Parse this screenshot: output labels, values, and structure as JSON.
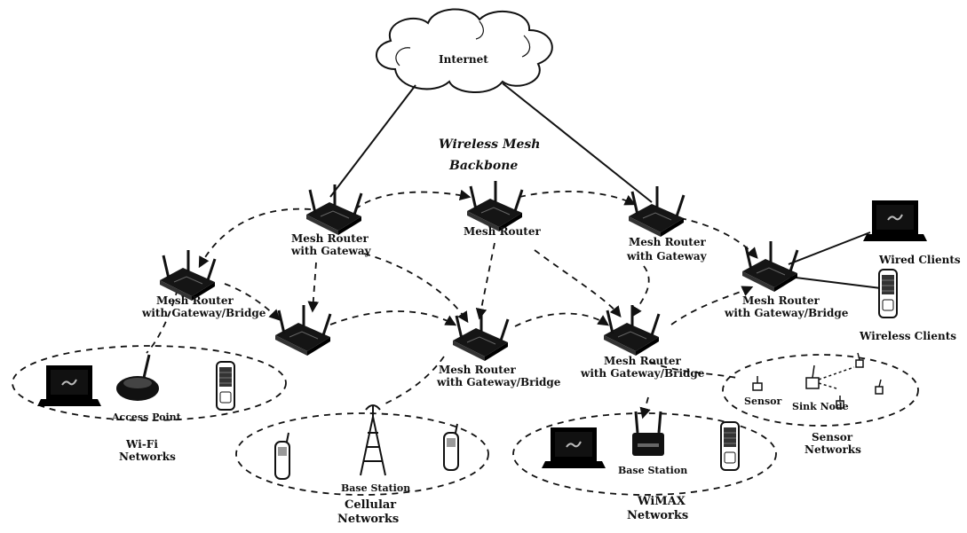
{
  "labels": {
    "internet": "Internet",
    "backbone_line1": "Wireless Mesh",
    "backbone_line2": "Backbone",
    "mr_gw_left_1": "Mesh Router",
    "mr_gw_left_2": "with Gateway",
    "mr_center": "Mesh Router",
    "mr_gw_right_1": "Mesh Router",
    "mr_gw_right_2": "with Gateway",
    "mr_gwb_farleft_1": "Mesh Router",
    "mr_gwb_farleft_2": "with Gateway/Bridge",
    "mr_gwb_center_1": "Mesh Router",
    "mr_gwb_center_2": "with Gateway/Bridge",
    "mr_gwb_right_1": "Mesh Router",
    "mr_gwb_right_2": "with Gateway/Bridge",
    "mr_gwb_farright_1": "Mesh Router",
    "mr_gwb_farright_2": "with Gateway/Bridge",
    "wired_clients": "Wired Clients",
    "wireless_clients": "Wireless Clients",
    "access_point": "Access Point",
    "wifi_1": "Wi-Fi",
    "wifi_2": "Networks",
    "base_station_cell": "Base Station",
    "cellular_1": "Cellular",
    "cellular_2": "Networks",
    "base_station_wimax": "Base Station",
    "wimax_1": "WiMAX",
    "wimax_2": "Networks",
    "sensor": "Sensor",
    "sink_node": "Sink Node",
    "sensor_net_1": "Sensor",
    "sensor_net_2": "Networks"
  },
  "colors": {
    "ink": "#111111",
    "background": "#ffffff"
  },
  "icons": [
    "cloud-icon",
    "router-icon",
    "laptop-icon",
    "pda-icon",
    "access-point-icon",
    "cell-tower-icon",
    "phone-icon",
    "base-station-icon",
    "sensor-icon"
  ]
}
